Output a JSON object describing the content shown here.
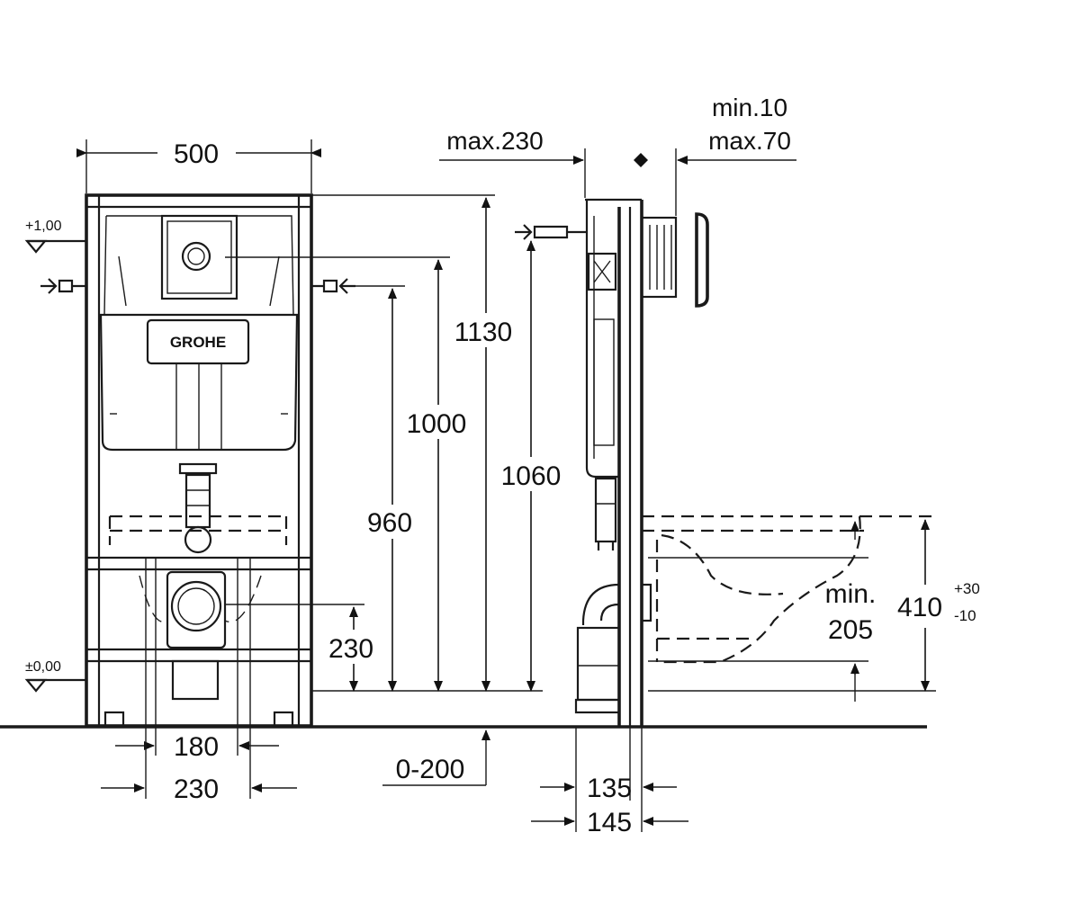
{
  "dimensions": {
    "width_500": "500",
    "max_230": "max.230",
    "min_10": "min.10",
    "max_70": "max.70",
    "h_1130": "1130",
    "h_1000": "1000",
    "h_1060": "1060",
    "h_960": "960",
    "h_230": "230",
    "w_180": "180",
    "w_230": "230",
    "range_0_200": "0-200",
    "d_135": "135",
    "d_145": "145",
    "min_label": "min.",
    "min_205": "205",
    "h_410": "410",
    "tol_plus": "+30",
    "tol_minus": "-10"
  },
  "levels": {
    "upper": "+1,00",
    "floor": "±0,00"
  },
  "brand": {
    "logo_text": "GROHE"
  }
}
